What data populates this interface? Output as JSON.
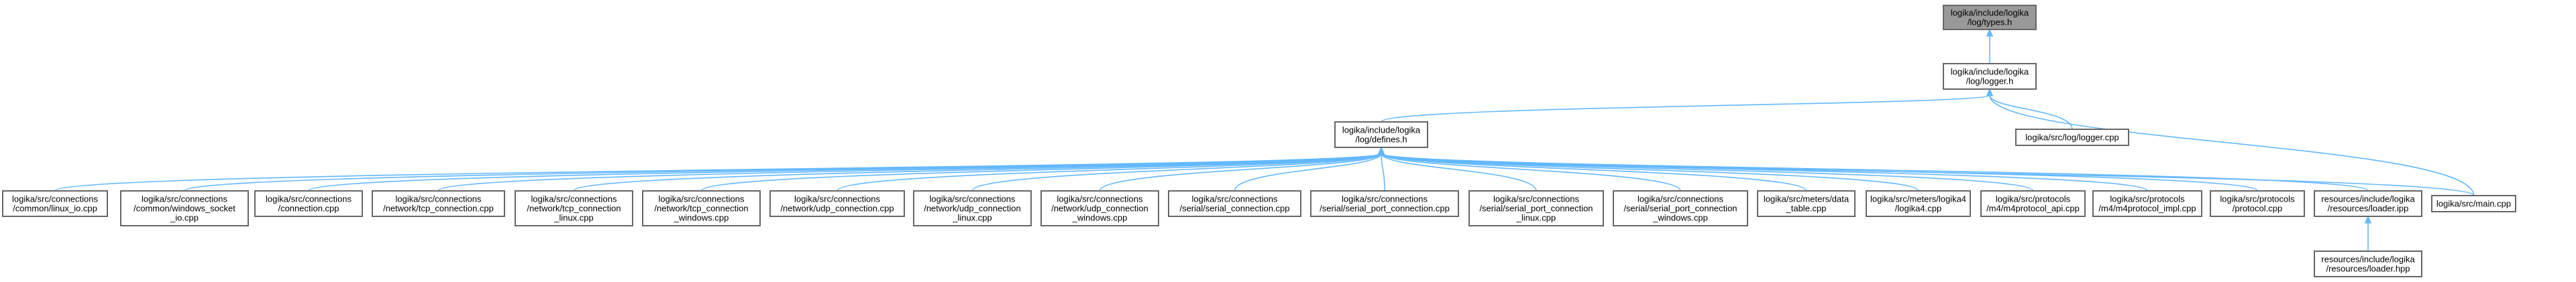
{
  "graph": {
    "colors": {
      "edge": "#63b8ff",
      "node_border": "#666666",
      "root_fill": "#999999",
      "node_fill": "#ffffff",
      "text": "#000000"
    },
    "nodes": {
      "types_h": {
        "lines": [
          "logika/include/logika",
          "/log/types.h"
        ]
      },
      "logger_h": {
        "lines": [
          "logika/include/logika",
          "/log/logger.h"
        ]
      },
      "defines_h": {
        "lines": [
          "logika/include/logika",
          "/log/defines.h"
        ]
      },
      "logger_cpp": {
        "lines": [
          "logika/src/log/logger.cpp"
        ]
      },
      "linux_io": {
        "lines": [
          "logika/src/connections",
          "/common/linux_io.cpp"
        ]
      },
      "windows_socket_io": {
        "lines": [
          "logika/src/connections",
          "/common/windows_socket",
          "_io.cpp"
        ]
      },
      "connection_cpp": {
        "lines": [
          "logika/src/connections",
          "/connection.cpp"
        ]
      },
      "tcp_connection": {
        "lines": [
          "logika/src/connections",
          "/network/tcp_connection.cpp"
        ]
      },
      "tcp_connection_linux": {
        "lines": [
          "logika/src/connections",
          "/network/tcp_connection",
          "_linux.cpp"
        ]
      },
      "tcp_connection_windows": {
        "lines": [
          "logika/src/connections",
          "/network/tcp_connection",
          "_windows.cpp"
        ]
      },
      "udp_connection": {
        "lines": [
          "logika/src/connections",
          "/network/udp_connection.cpp"
        ]
      },
      "udp_connection_linux": {
        "lines": [
          "logika/src/connections",
          "/network/udp_connection",
          "_linux.cpp"
        ]
      },
      "udp_connection_windows": {
        "lines": [
          "logika/src/connections",
          "/network/udp_connection",
          "_windows.cpp"
        ]
      },
      "serial_connection": {
        "lines": [
          "logika/src/connections",
          "/serial/serial_connection.cpp"
        ]
      },
      "serial_port_connection": {
        "lines": [
          "logika/src/connections",
          "/serial/serial_port_connection.cpp"
        ]
      },
      "serial_port_connection_linux": {
        "lines": [
          "logika/src/connections",
          "/serial/serial_port_connection",
          "_linux.cpp"
        ]
      },
      "serial_port_connection_windows": {
        "lines": [
          "logika/src/connections",
          "/serial/serial_port_connection",
          "_windows.cpp"
        ]
      },
      "data_table": {
        "lines": [
          "logika/src/meters/data",
          "_table.cpp"
        ]
      },
      "logika4": {
        "lines": [
          "logika/src/meters/logika4",
          "/logika4.cpp"
        ]
      },
      "m4protocol_api": {
        "lines": [
          "logika/src/protocols",
          "/m4/m4protocol_api.cpp"
        ]
      },
      "m4protocol_impl": {
        "lines": [
          "logika/src/protocols",
          "/m4/m4protocol_impl.cpp"
        ]
      },
      "protocol_cpp": {
        "lines": [
          "logika/src/protocols",
          "/protocol.cpp"
        ]
      },
      "loader_ipp": {
        "lines": [
          "resources/include/logika",
          "/resources/loader.ipp"
        ]
      },
      "main_cpp": {
        "lines": [
          "logika/src/main.cpp"
        ]
      },
      "loader_hpp": {
        "lines": [
          "resources/include/logika",
          "/resources/loader.hpp"
        ]
      }
    },
    "edges": [
      [
        "logger_h",
        "types_h"
      ],
      [
        "defines_h",
        "logger_h"
      ],
      [
        "logger_cpp",
        "logger_h"
      ],
      [
        "main_cpp",
        "logger_h"
      ],
      [
        "linux_io",
        "defines_h"
      ],
      [
        "windows_socket_io",
        "defines_h"
      ],
      [
        "connection_cpp",
        "defines_h"
      ],
      [
        "tcp_connection",
        "defines_h"
      ],
      [
        "tcp_connection_linux",
        "defines_h"
      ],
      [
        "tcp_connection_windows",
        "defines_h"
      ],
      [
        "udp_connection",
        "defines_h"
      ],
      [
        "udp_connection_linux",
        "defines_h"
      ],
      [
        "udp_connection_windows",
        "defines_h"
      ],
      [
        "serial_connection",
        "defines_h"
      ],
      [
        "serial_port_connection",
        "defines_h"
      ],
      [
        "serial_port_connection_linux",
        "defines_h"
      ],
      [
        "serial_port_connection_windows",
        "defines_h"
      ],
      [
        "data_table",
        "defines_h"
      ],
      [
        "logika4",
        "defines_h"
      ],
      [
        "m4protocol_api",
        "defines_h"
      ],
      [
        "m4protocol_impl",
        "defines_h"
      ],
      [
        "protocol_cpp",
        "defines_h"
      ],
      [
        "loader_ipp",
        "defines_h"
      ],
      [
        "main_cpp",
        "defines_h"
      ],
      [
        "loader_hpp",
        "loader_ipp"
      ]
    ]
  }
}
